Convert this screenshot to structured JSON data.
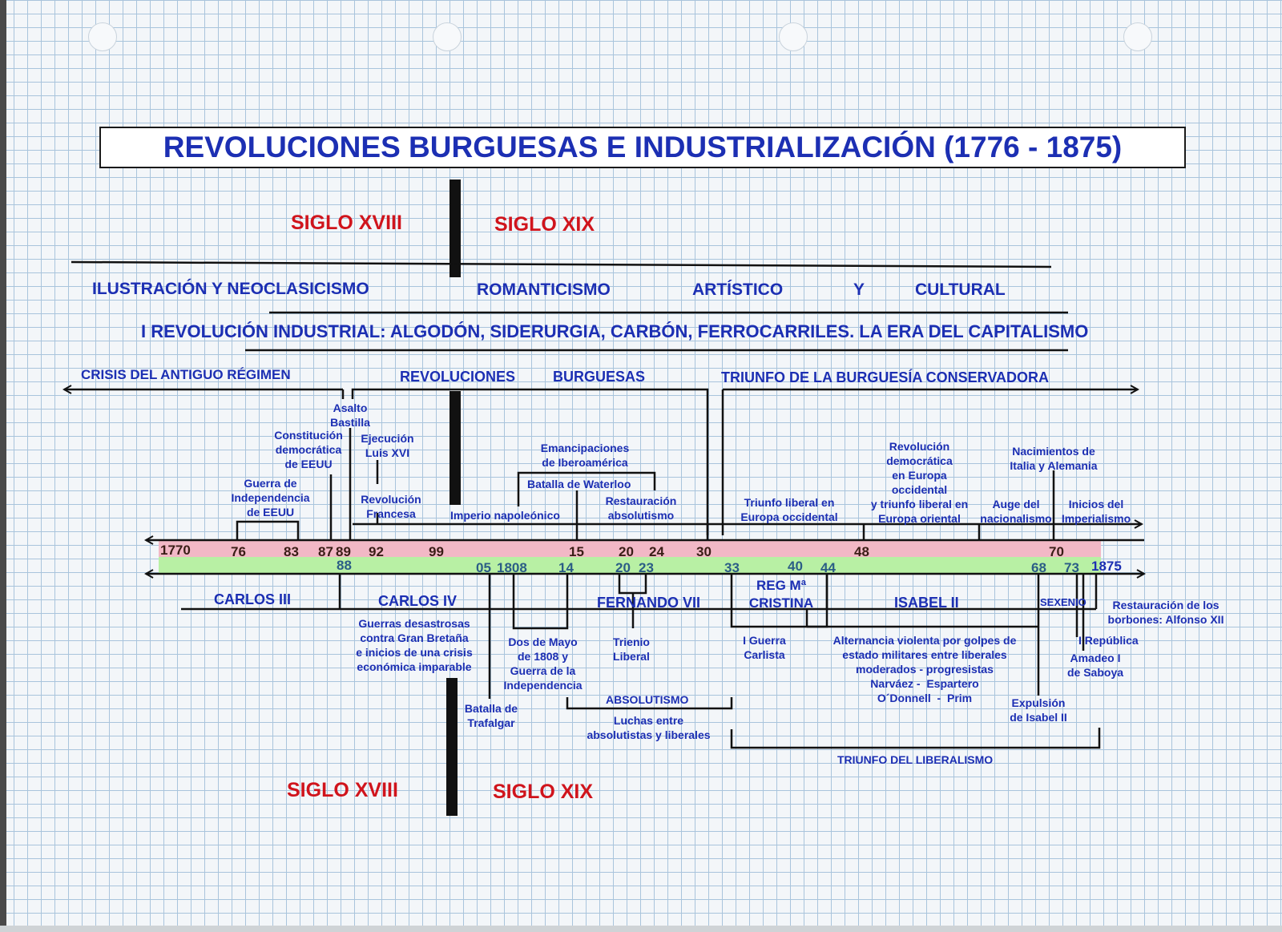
{
  "title": "REVOLUCIONES BURGUESAS E INDUSTRIALIZACIÓN (1776 - 1875)",
  "centuries": {
    "top_left": "SIGLO XVIII",
    "top_right": "SIGLO XIX",
    "bottom_left": "SIGLO XVIII",
    "bottom_right": "SIGLO XIX"
  },
  "cultural": {
    "ilustracion": "ILUSTRACIÓN Y NEOCLASICISMO",
    "romanticismo": "ROMANTICISMO",
    "artistico": "ARTÍSTICO",
    "y": "Y",
    "cultural": "CULTURAL"
  },
  "industrial": "I REVOLUCIÓN INDUSTRIAL: ALGODÓN, SIDERURGIA, CARBÓN, FERROCARRILES. LA ERA DEL CAPITALISMO",
  "periods": {
    "crisis": "CRISIS DEL ANTIGUO RÉGIMEN",
    "revoluciones": "REVOLUCIONES",
    "burguesas": "BURGUESAS",
    "triunfo": "TRIUNFO DE LA BURGUESÍA CONSERVADORA"
  },
  "world_events": {
    "asalto": "Asalto\nBastilla",
    "constitucion": "Constitución\ndemocrática\nde EEUU",
    "ejecucion": "Ejecución\nLuis XVI",
    "guerra_indep": "Guerra de\nIndependencia\nde EEUU",
    "revolucion_francesa": "Revolución\nFrancesa",
    "imperio": "Imperio napoleónico",
    "emancipaciones": "Emancipaciones\nde Iberoamérica",
    "waterloo": "Batalla de Waterloo",
    "restauracion": "Restauración\nabsolutismo",
    "triunfo_liberal": "Triunfo liberal en\nEuropa occidental",
    "revolucion_democratica": "Revolución\ndemocrática\nen Europa\noccidental\ny triunfo liberal en\nEuropa oriental",
    "nacimientos": "Nacimientos de\nItalia y Alemania",
    "auge": "Auge del\nnacionalismo",
    "inicios": "Inicios del\nImperialismo"
  },
  "world_years": [
    "1770",
    "76",
    "83",
    "87",
    "89",
    "92",
    "99",
    "15",
    "20",
    "24",
    "30",
    "48",
    "70"
  ],
  "spain_years": [
    "88",
    "05",
    "1808",
    "14",
    "20",
    "23",
    "33",
    "40",
    "44",
    "68",
    "73",
    "1875"
  ],
  "reigns": {
    "carlos3": "CARLOS III",
    "carlos4": "CARLOS IV",
    "fernando7": "FERNANDO VII",
    "regencia": "REG Mª\nCRISTINA",
    "isabel2": "ISABEL II",
    "sexenio": "SEXENIO"
  },
  "spain_events": {
    "guerras_gb": "Guerras desastrosas\ncontra Gran Bretaña\ne inicios de una crisis\neconómica imparable",
    "dos_mayo": "Dos de Mayo\nde 1808 y\nGuerra de la\nIndependencia",
    "trafalgar": "Batalla de\nTrafalgar",
    "trienio": "Trienio\nLiberal",
    "absolutismo": "ABSOLUTISMO",
    "luchas": "Luchas entre\nabsolutistas y liberales",
    "guerra_carlista": "I Guerra\nCarlista",
    "alternancia": "Alternancia violenta por golpes de\nestado militares entre liberales\nmoderados - progresistas\nNarváez -  Espartero\nO´Donnell  -  Prim",
    "expulsion": "Expulsión\nde Isabel II",
    "triunfo_liberalismo": "TRIUNFO DEL LIBERALISMO",
    "restauracion_borbones": "Restauración de los\nborbones: Alfonso XII",
    "republica": "I República",
    "amadeo": "Amadeo I\nde Saboya"
  },
  "colors": {
    "text_blue": "#1c2fb3",
    "century_red": "#d0141c",
    "band_pink": "#f2b8c6",
    "band_green": "#b8f0a4",
    "grid_blue": "#a9c4dc"
  }
}
